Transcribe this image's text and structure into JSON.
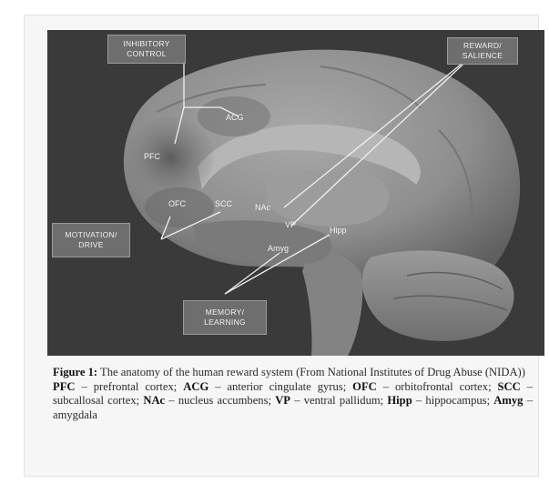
{
  "figure": {
    "labels": {
      "inhibitory": "INHIBITORY\nCONTROL",
      "reward": "REWARD/\nSALIENCE",
      "motivation": "MOTIVATION/\nDRIVE",
      "memory": "MEMORY/\nLEARNING"
    },
    "regions": {
      "acg": "ACG",
      "pfc": "PFC",
      "ofc": "OFC",
      "scc": "SCC",
      "nac": "NAc",
      "vp": "VP",
      "hipp": "Hipp",
      "amyg": "Amyg"
    }
  },
  "caption": {
    "figure_label": "Figure 1:",
    "title": " The anatomy of the human reward system (From National Institutes of Drug Abuse (NIDA))",
    "definitions": [
      {
        "abbr": "PFC",
        "text": " – prefrontal cortex; "
      },
      {
        "abbr": "ACG",
        "text": " – anterior cingulate gyrus; "
      },
      {
        "abbr": "OFC",
        "text": " – orbitofrontal cortex; "
      },
      {
        "abbr": "SCC",
        "text": " – subcallosal cortex; "
      },
      {
        "abbr": "NAc",
        "text": " – nucleus accumbens; "
      },
      {
        "abbr": "VP",
        "text": " – ventral pallidum; "
      },
      {
        "abbr": "Hipp",
        "text": " – hippocampus; "
      },
      {
        "abbr": "Amyg",
        "text": " – amygdala"
      }
    ]
  }
}
